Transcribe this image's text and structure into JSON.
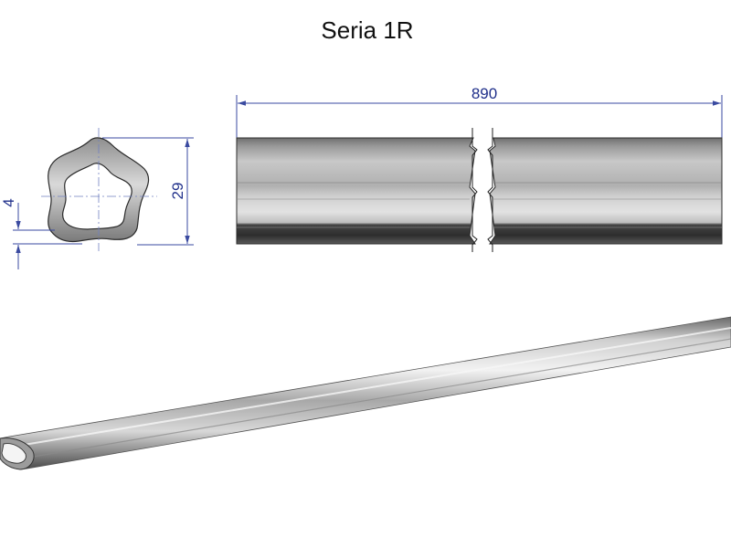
{
  "drawing": {
    "title": "Seria 1R",
    "dimensions": {
      "length": "890",
      "height": "29",
      "wall": "4"
    },
    "colors": {
      "dimension": "#3a4aa0",
      "tube_light": "#d7d7d7",
      "tube_mid": "#a9a9a9",
      "tube_dark": "#5c5c5c",
      "outline": "#2b2b2b"
    }
  }
}
